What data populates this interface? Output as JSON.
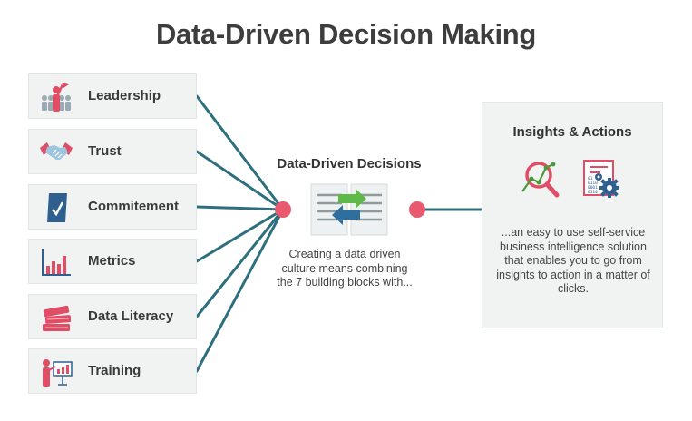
{
  "title": "Data-Driven Decision Making",
  "blocks": [
    {
      "label": "Leadership",
      "icon": "leadership-icon"
    },
    {
      "label": "Trust",
      "icon": "handshake-icon"
    },
    {
      "label": "Commitement",
      "icon": "commitment-icon"
    },
    {
      "label": "Metrics",
      "icon": "metrics-chart-icon"
    },
    {
      "label": "Data Literacy",
      "icon": "books-icon"
    },
    {
      "label": "Training",
      "icon": "training-icon"
    }
  ],
  "center": {
    "title": "Data-Driven Decisions",
    "text": "Creating a data driven culture means combining the 7 building blocks with..."
  },
  "panel": {
    "title": "Insights & Actions",
    "text": "...an easy to use self-service business intelligence solution that enables you to go from insights to action in a matter of clicks."
  },
  "colors": {
    "line": "#2e6f7e",
    "node": "#ea5a6e",
    "accent_red": "#e24d66",
    "accent_green": "#5fb94a",
    "accent_blue": "#2f5f8f"
  }
}
